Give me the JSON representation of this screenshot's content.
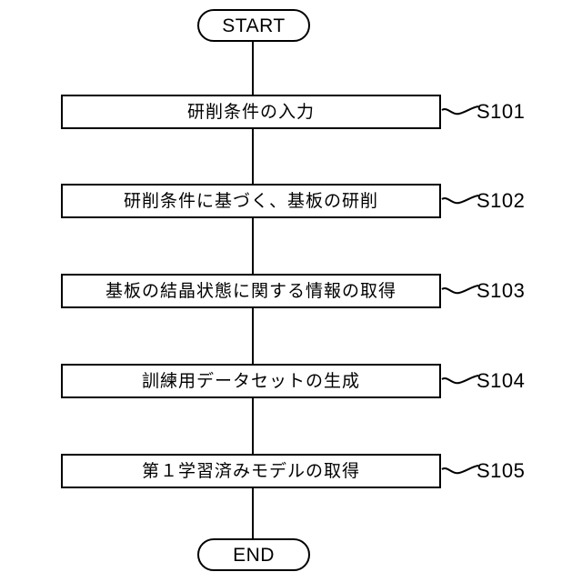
{
  "diagram": {
    "type": "flowchart",
    "orientation": "vertical",
    "background_color": "#ffffff",
    "stroke_color": "#000000",
    "start_label": "START",
    "end_label": "END",
    "nodes": [
      {
        "id": "start",
        "shape": "terminator",
        "text": "START"
      },
      {
        "id": "s101",
        "shape": "process",
        "text": "研削条件の入力",
        "step": "S101"
      },
      {
        "id": "s102",
        "shape": "process",
        "text": "研削条件に基づく、基板の研削",
        "step": "S102"
      },
      {
        "id": "s103",
        "shape": "process",
        "text": "基板の結晶状態に関する情報の取得",
        "step": "S103"
      },
      {
        "id": "s104",
        "shape": "process",
        "text": "訓練用データセットの生成",
        "step": "S104"
      },
      {
        "id": "s105",
        "shape": "process",
        "text": "第１学習済みモデルの取得",
        "step": "S105"
      },
      {
        "id": "end",
        "shape": "terminator",
        "text": "END"
      }
    ]
  }
}
